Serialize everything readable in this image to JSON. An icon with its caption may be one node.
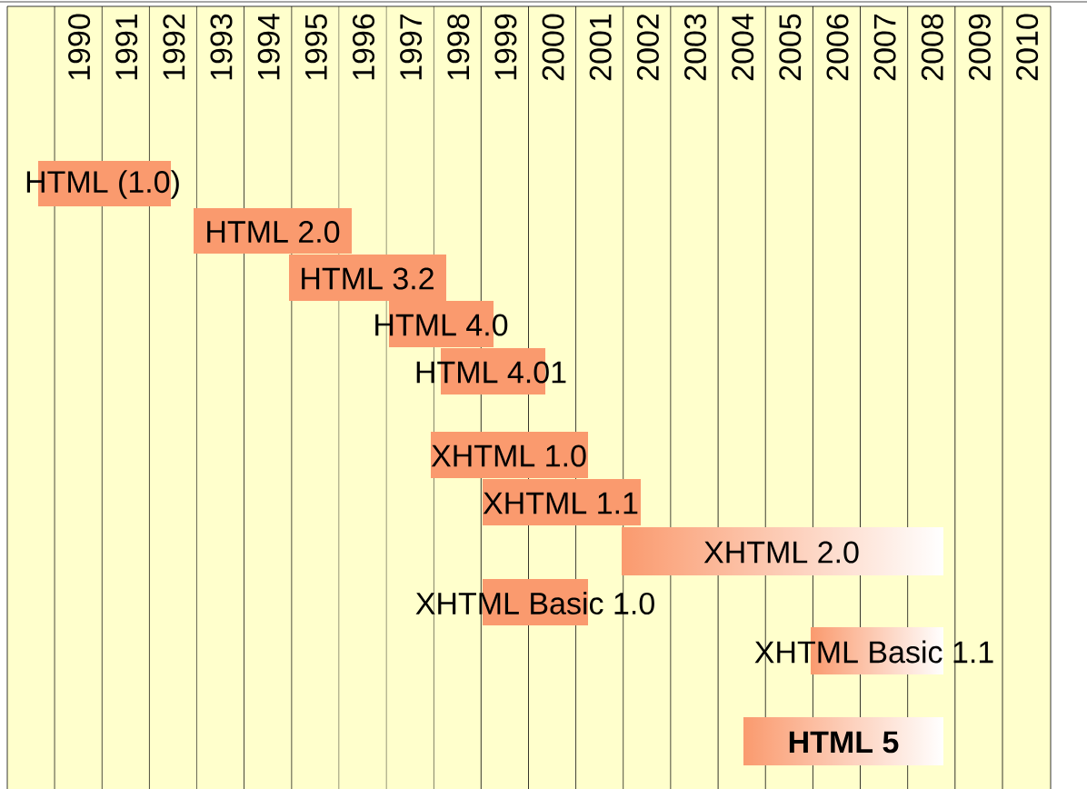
{
  "diagram": {
    "nodes": [
      {
        "text": [
          "HTML (1.0)"
        ]
      },
      {
        "text": [
          "HTML 2.0"
        ]
      },
      {
        "text": [
          "HTML 3.2"
        ]
      },
      {
        "text": [
          "HTML 4.0"
        ]
      },
      {
        "text": [
          "HTML 4.01"
        ]
      },
      {
        "text": [
          "XHTML 1.0"
        ]
      },
      {
        "text": [
          "XHTML 1.1"
        ]
      },
      {
        "text": [
          "XHTML 2.0"
        ]
      },
      {
        "text": [
          "XHTML Basic 1.0"
        ]
      },
      {
        "text": [
          "XHTML Basic 1.1"
        ]
      },
      {
        "text": [
          "HTML 5"
        ]
      }
    ],
    "labels": [
      "1990",
      "1991",
      "1992",
      "1993",
      "1994",
      "1995",
      "1996",
      "1997",
      "1998",
      "1999",
      "2000",
      "2001",
      "2002",
      "2003",
      "2004",
      "2005",
      "2006",
      "2007",
      "2008",
      "2009",
      "2010"
    ]
  }
}
